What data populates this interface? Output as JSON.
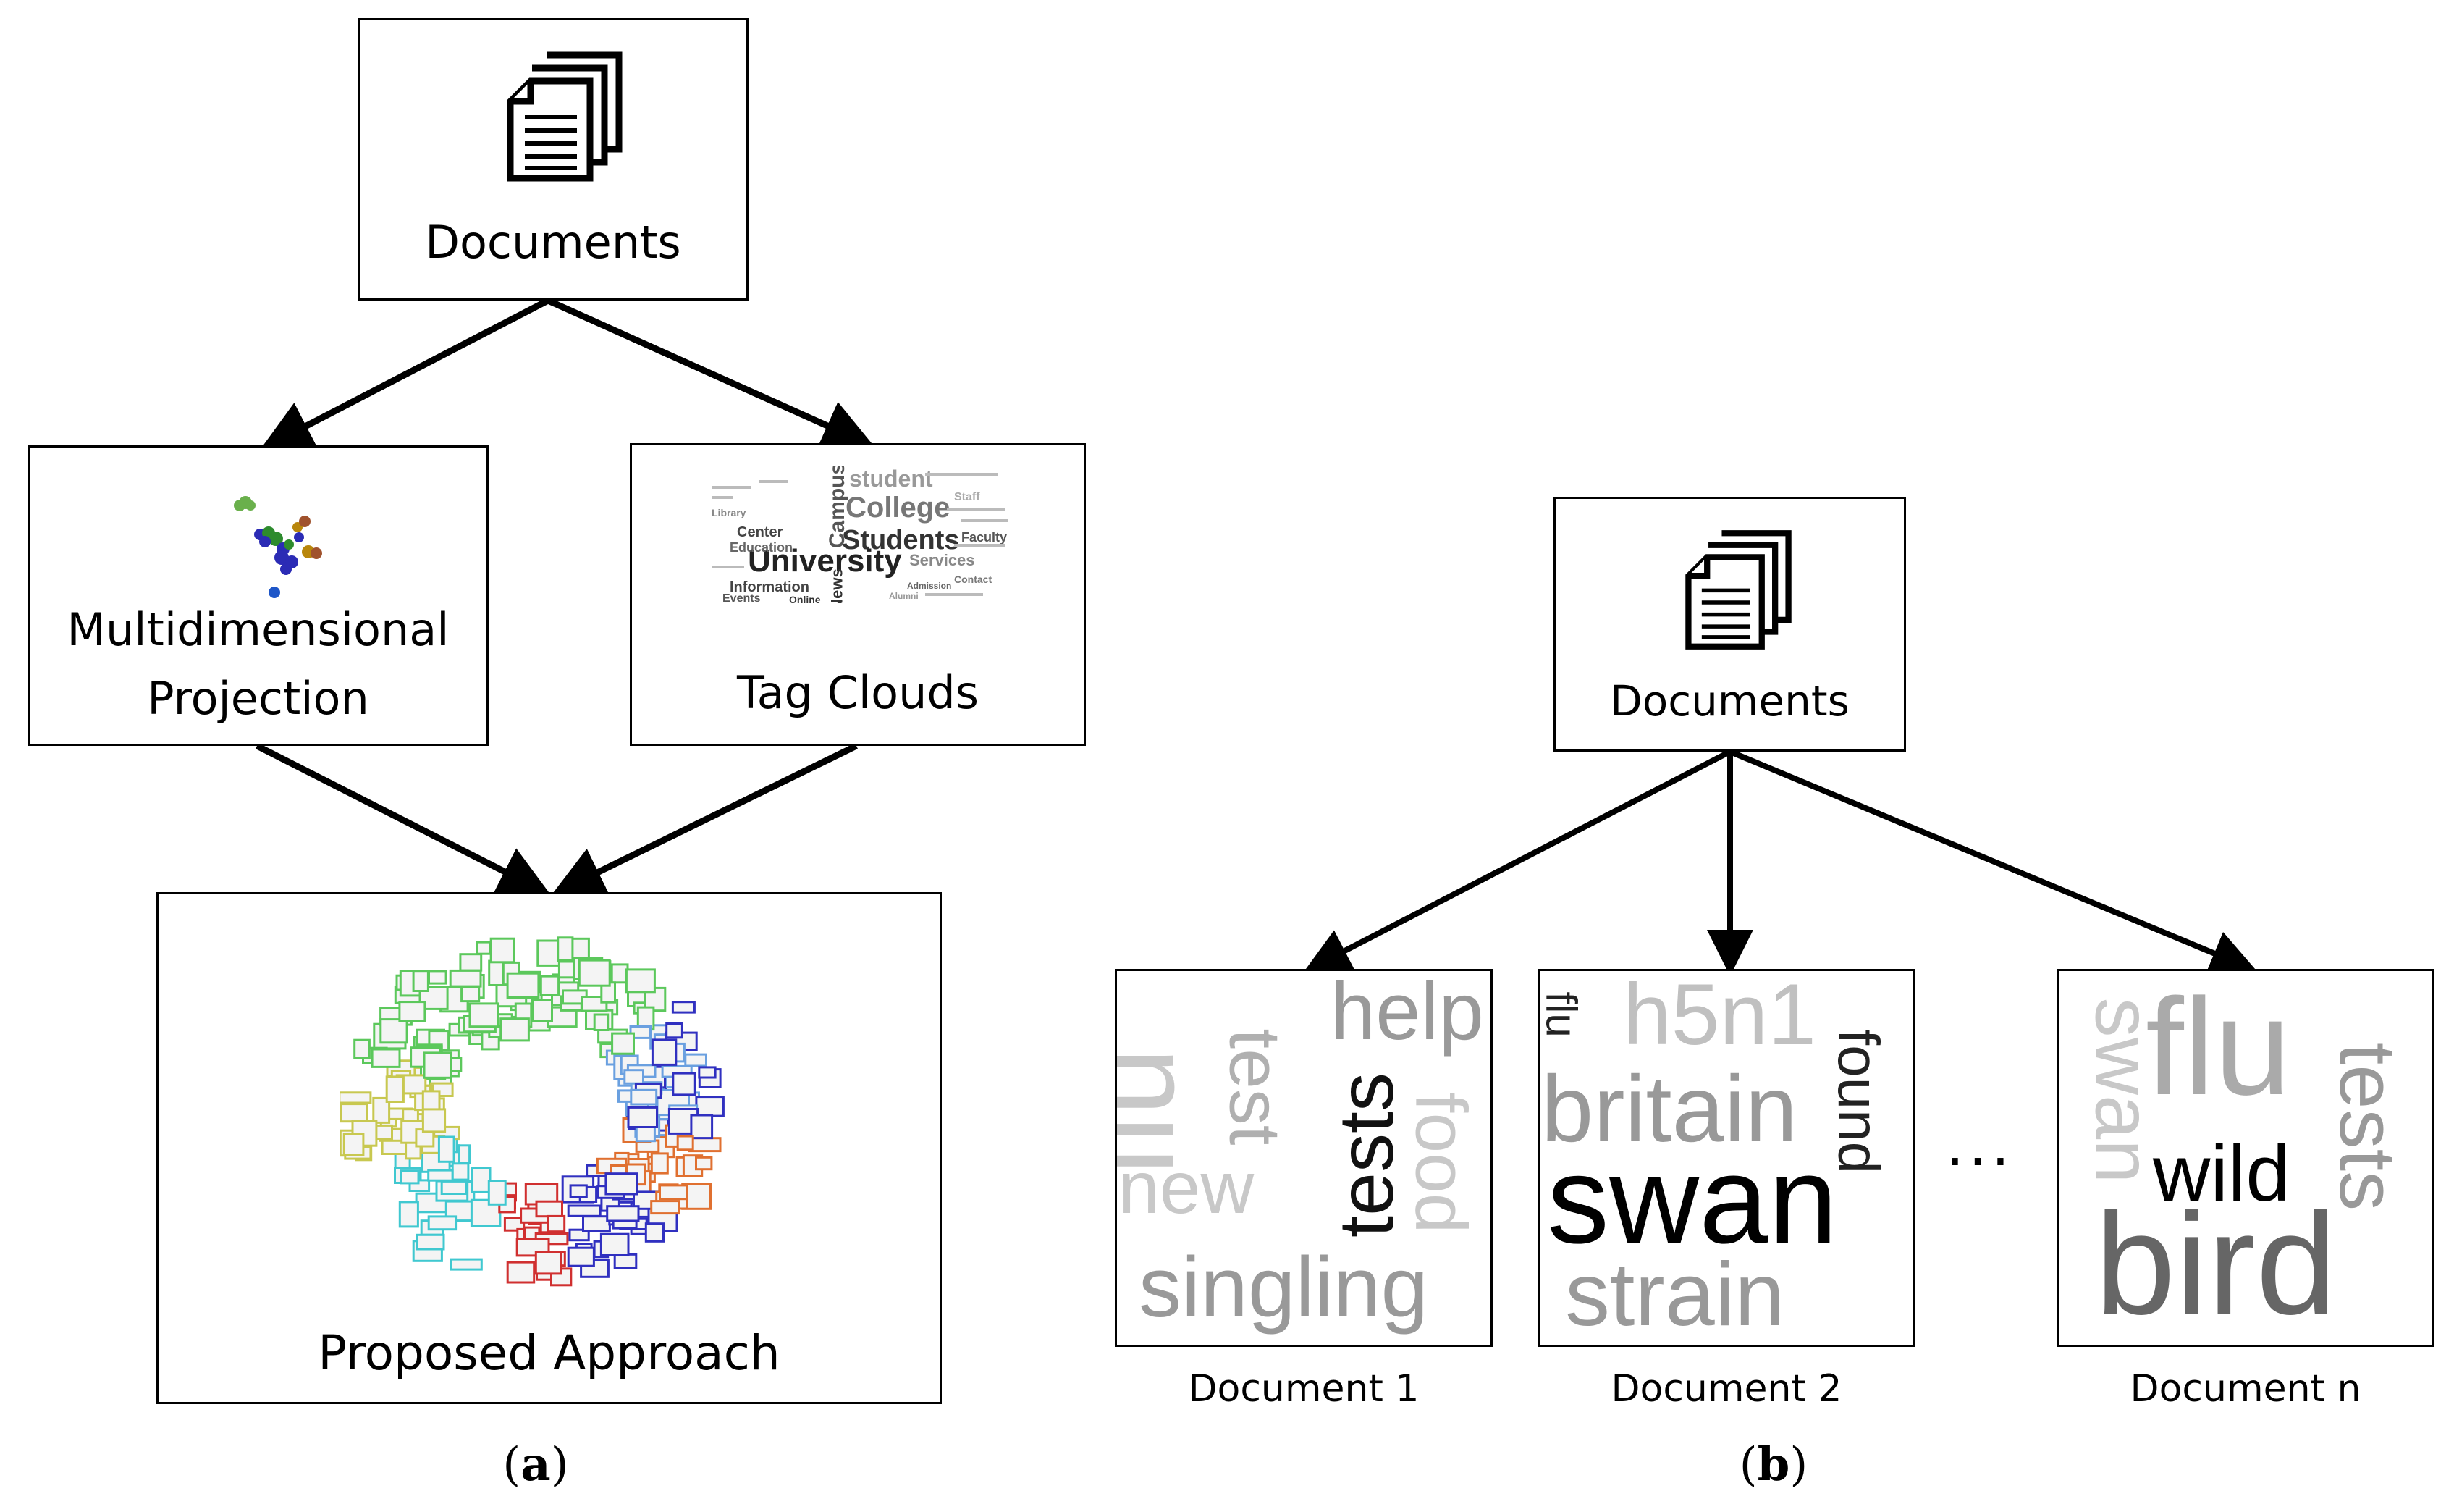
{
  "panel_a": {
    "documents_label": "Documents",
    "projection_label_1": "Multidimensional",
    "projection_label_2": "Projection",
    "tag_clouds_label": "Tag Clouds",
    "proposed_label": "Proposed Approach",
    "subfigure_label": "a",
    "tag_cloud_thumbnail_words": [
      "student",
      "Campus",
      "College",
      "Students",
      "University",
      "Services",
      "Center",
      "Education",
      "Information",
      "Events",
      "Online",
      "News",
      "Faculty",
      "Contact",
      "Library",
      "Alumni",
      "Admission",
      "Staff"
    ]
  },
  "panel_b": {
    "documents_label": "Documents",
    "doc1_caption": "Document 1",
    "doc2_caption": "Document 2",
    "docn_caption": "Document n",
    "ellipsis": "...",
    "subfigure_label": "b",
    "doc1_words": [
      "flu",
      "test",
      "help",
      "new",
      "tests",
      "food",
      "singling"
    ],
    "doc2_words": [
      "flu",
      "h5n1",
      "found",
      "britain",
      "swan",
      "strain"
    ],
    "docn_words": [
      "swan",
      "flu",
      "tests",
      "wild",
      "bird"
    ]
  },
  "colors": {
    "projection_points": [
      "#6ab04c",
      "#2b2bb5",
      "#2e8b2e",
      "#b8860b",
      "#a0522d",
      "#1e56c8"
    ],
    "proposed_clusters": [
      "#5cc85c",
      "#6aa0e0",
      "#c8c850",
      "#3030c0",
      "#40c8d0",
      "#e07030",
      "#d03030",
      "#90d090"
    ]
  }
}
